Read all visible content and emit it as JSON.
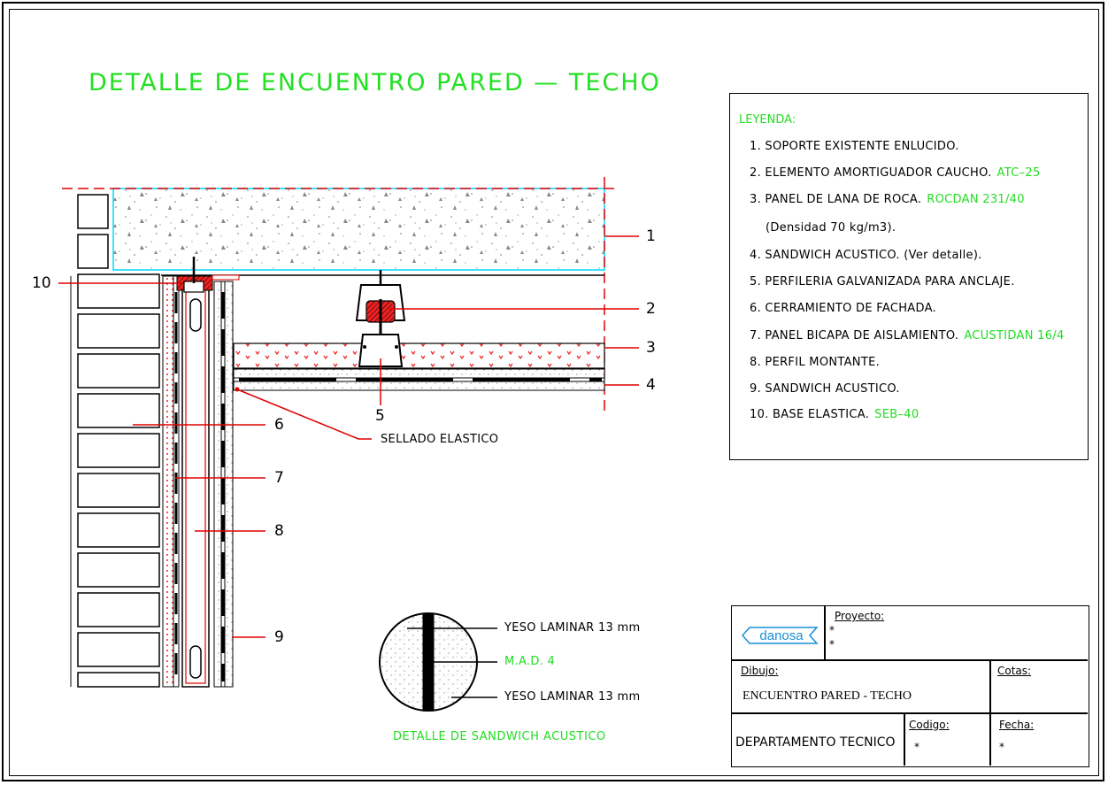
{
  "title": "DETALLE DE ENCUENTRO PARED — TECHO",
  "colors": {
    "accent_green": "#22dd22",
    "callout_red": "#e00000",
    "insulation_red": "#ee2222",
    "slab_cyan": "#00d8ff",
    "logo_blue": "#1a8fd6"
  },
  "legend": {
    "heading": "LEYENDA:",
    "items": [
      {
        "text": "1.  SOPORTE  EXISTENTE  ENLUCIDO.",
        "product": ""
      },
      {
        "text": "2.  ELEMENTO  AMORTIGUADOR  CAUCHO.",
        "product": "ATC–25"
      },
      {
        "text": "3.  PANEL  DE  LANA  DE  ROCA.",
        "product": "ROCDAN 231/40"
      },
      {
        "text": "(Densidad  70  kg/m3).",
        "product": ""
      },
      {
        "text": "4.  SANDWICH  ACUSTICO.  (Ver  detalle).",
        "product": ""
      },
      {
        "text": "5.  PERFILERIA  GALVANIZADA  PARA  ANCLAJE.",
        "product": ""
      },
      {
        "text": "6.  CERRAMIENTO  DE  FACHADA.",
        "product": ""
      },
      {
        "text": "7.  PANEL  BICAPA  DE  AISLAMIENTO.",
        "product": "ACUSTIDAN  16/4"
      },
      {
        "text": "8.  PERFIL  MONTANTE.",
        "product": ""
      },
      {
        "text": "9.  SANDWICH  ACUSTICO.",
        "product": ""
      },
      {
        "text": "10.  BASE  ELASTICA.",
        "product": "SEB–40"
      }
    ]
  },
  "callouts": {
    "n1": "1",
    "n2": "2",
    "n3": "3",
    "n4": "4",
    "n5": "5",
    "n6": "6",
    "n7": "7",
    "n8": "8",
    "n9": "9",
    "n10": "10",
    "sellado": "SELLADO  ELASTICO"
  },
  "sandwich": {
    "label_top": "YESO  LAMINAR  13  mm",
    "label_mid": "M.A.D.  4",
    "label_bottom": "YESO  LAMINAR  13  mm",
    "title": "DETALLE  DE  SANDWICH  ACUSTICO"
  },
  "title_block": {
    "logo_text": "danosa",
    "proyecto_label": "Proyecto:",
    "proyecto_line1": "*",
    "proyecto_line2": "*",
    "dibujo_label": "Dibujo:",
    "dibujo_value": "ENCUENTRO PARED - TECHO",
    "cotas_label": "Cotas:",
    "departamento": "DEPARTAMENTO  TECNICO",
    "codigo_label": "Codigo:",
    "codigo_value": "*",
    "fecha_label": "Fecha:",
    "fecha_value": "*"
  }
}
